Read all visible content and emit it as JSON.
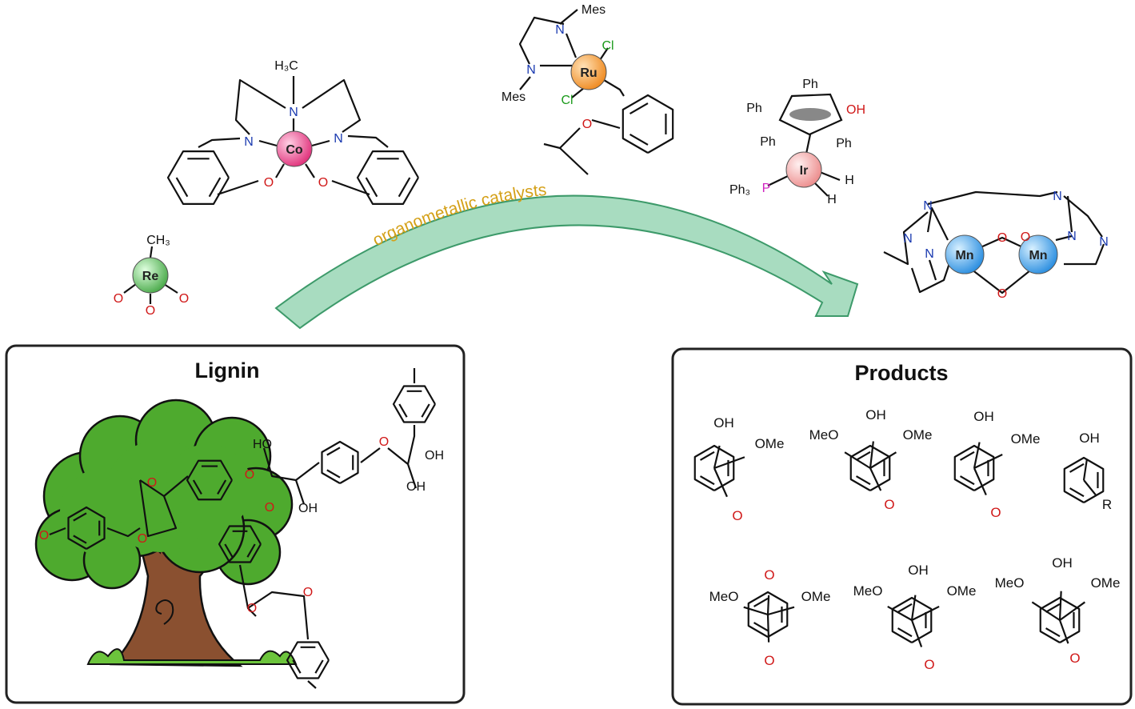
{
  "arrow": {
    "label": "organometallic catalysts",
    "fill_color": "#a8dcc0",
    "stroke_color": "#3d9a6a",
    "label_color": "#d4a017"
  },
  "co_complex": {
    "metal": "Co",
    "color": "#e8468a",
    "labels": [
      "H₃C",
      "N",
      "N",
      "N",
      "O",
      "O"
    ]
  },
  "ru_complex": {
    "metal": "Ru",
    "color": "#f5a23e",
    "labels": [
      "Mes",
      "N",
      "N",
      "Mes",
      "Cl",
      "Cl",
      "O"
    ]
  },
  "ir_complex": {
    "metal": "Ir",
    "color": "#f4a7a7",
    "labels": [
      "Ph",
      "Ph",
      "Ph",
      "Ph",
      "OH",
      "Ph₃",
      "P",
      "H",
      "H"
    ]
  },
  "mn_complex": {
    "metal": "Mn",
    "color": "#4aa8ea",
    "labels": [
      "N",
      "N",
      "N",
      "N",
      "N",
      "N",
      "O",
      "O",
      "O"
    ]
  },
  "re_complex": {
    "metal": "Re",
    "color": "#6cc46c",
    "labels": [
      "CH₃",
      "O",
      "O",
      "O"
    ]
  },
  "lignin_panel": {
    "title": "Lignin",
    "labels": [
      "HO",
      "OH",
      "OH",
      "OH",
      "O",
      "O",
      "O",
      "O",
      "O",
      "O",
      "O",
      "O"
    ]
  },
  "products_panel": {
    "title": "Products",
    "molecules": [
      {
        "labels": [
          "OH",
          "OMe",
          "O"
        ]
      },
      {
        "labels": [
          "OH",
          "MeO",
          "OMe",
          "O"
        ]
      },
      {
        "labels": [
          "OH",
          "OMe",
          "O"
        ]
      },
      {
        "labels": [
          "OH",
          "R"
        ]
      },
      {
        "labels": [
          "O",
          "MeO",
          "OMe",
          "O"
        ]
      },
      {
        "labels": [
          "OH",
          "MeO",
          "OMe",
          "O"
        ]
      },
      {
        "labels": [
          "OH",
          "MeO",
          "OMe",
          "O"
        ]
      }
    ]
  }
}
